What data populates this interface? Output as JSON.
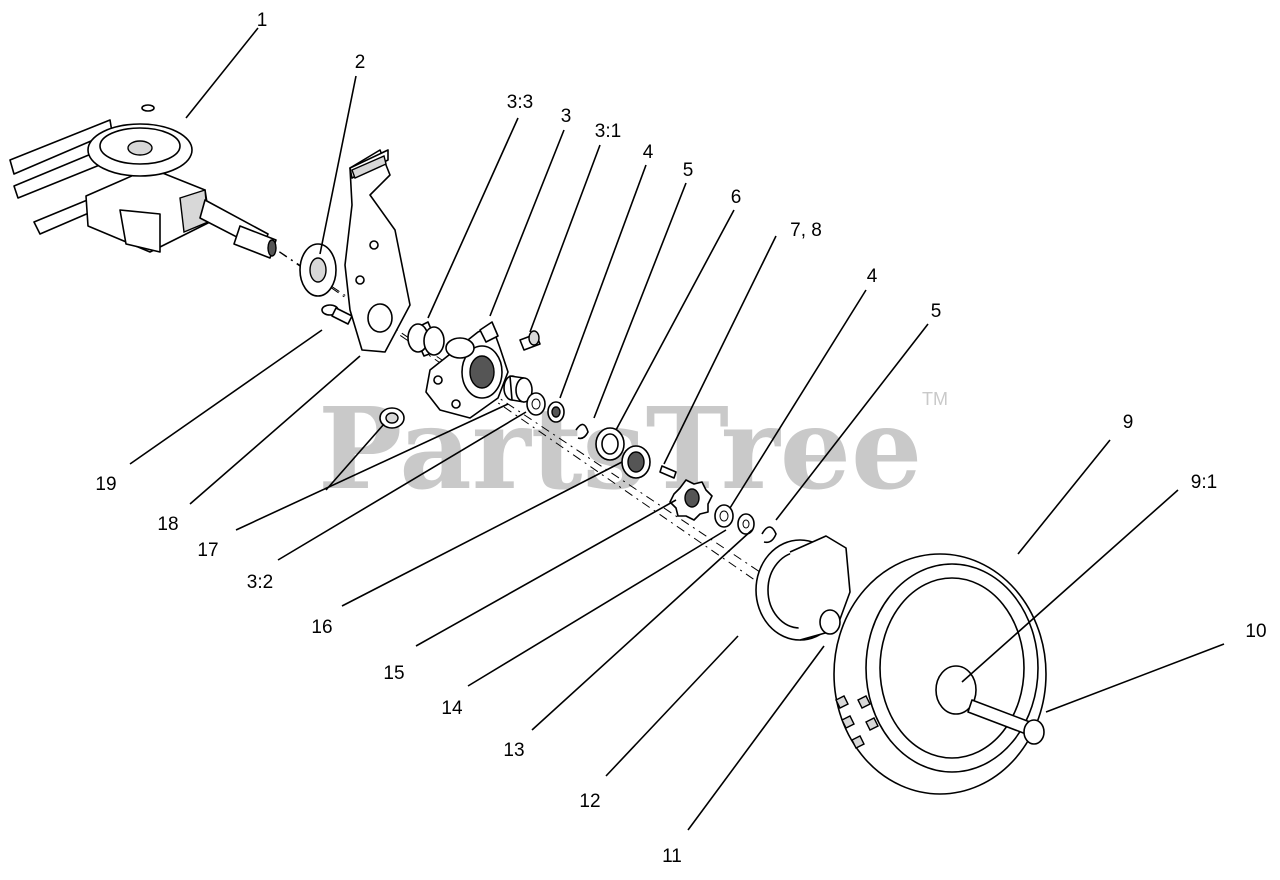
{
  "watermark": {
    "text": "PartsTree",
    "trademark": "TM"
  },
  "callouts": [
    {
      "id": "c1",
      "label": "1"
    },
    {
      "id": "c2",
      "label": "2"
    },
    {
      "id": "c3-3",
      "label": "3:3"
    },
    {
      "id": "c3",
      "label": "3"
    },
    {
      "id": "c3-1",
      "label": "3:1"
    },
    {
      "id": "c4a",
      "label": "4"
    },
    {
      "id": "c5a",
      "label": "5"
    },
    {
      "id": "c6",
      "label": "6"
    },
    {
      "id": "c7-8",
      "label": "7, 8"
    },
    {
      "id": "c4b",
      "label": "4"
    },
    {
      "id": "c5b",
      "label": "5"
    },
    {
      "id": "c9",
      "label": "9"
    },
    {
      "id": "c9-1",
      "label": "9:1"
    },
    {
      "id": "c10",
      "label": "10"
    },
    {
      "id": "c11",
      "label": "11"
    },
    {
      "id": "c12",
      "label": "12"
    },
    {
      "id": "c13",
      "label": "13"
    },
    {
      "id": "c14",
      "label": "14"
    },
    {
      "id": "c15",
      "label": "15"
    },
    {
      "id": "c16",
      "label": "16"
    },
    {
      "id": "c3-2",
      "label": "3:2"
    },
    {
      "id": "c17",
      "label": "17"
    },
    {
      "id": "c18",
      "label": "18"
    },
    {
      "id": "c19",
      "label": "19"
    }
  ]
}
